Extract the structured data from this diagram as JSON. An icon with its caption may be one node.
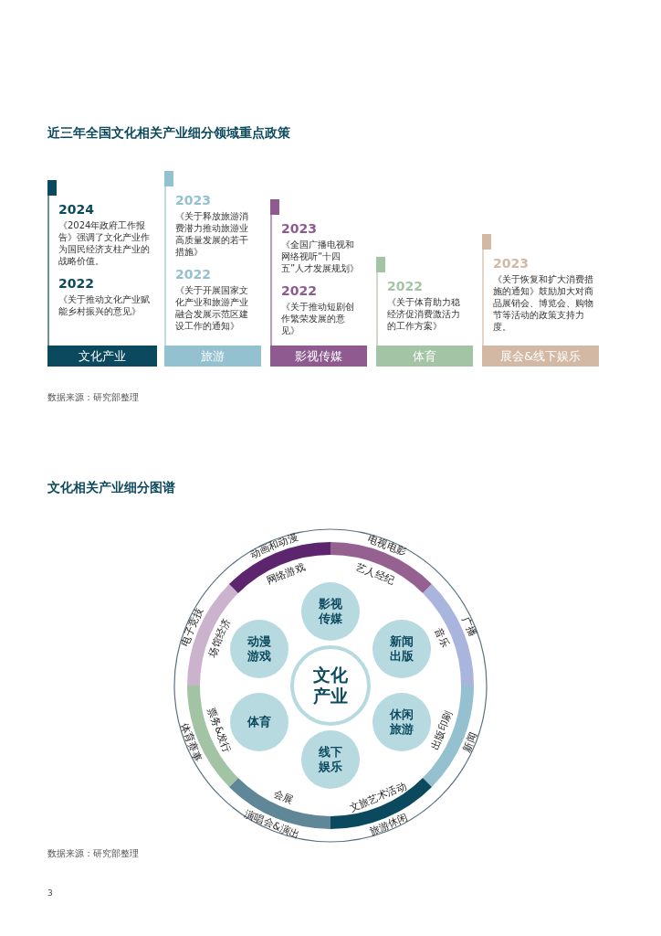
{
  "diagram": {
    "nodes": [
      {
        "text": [
          "2024",
          "《2024年政府工作报告》强调了文化产业作为国民经济支柱产业的战略价值。",
          "2022",
          "《关于推动文化产业赋能乡村振兴的意见》",
          "文化产业"
        ]
      },
      {
        "text": [
          "2023",
          "《关于释放旅游消费潜力推动旅游业高质量发展的若干措施》",
          "2022",
          "《关于开展国家文化产业和旅游产业融合发展示范区建设工作的通知》",
          "旅游"
        ]
      },
      {
        "text": [
          "2023",
          "《全国广播电视和网络视听“十四五”人才发展规划》",
          "2022",
          "《关于推动短剧创作繁荣发展的意见》",
          "影视传媒"
        ]
      },
      {
        "text": [
          "2022",
          "《关于体育助力稳经济促消费激活力的工作方案》",
          "体育"
        ]
      },
      {
        "text": [
          "2023",
          "《关于恢复和扩大消费措施的通知》鼓励加大对商品展销会、博览会、购物节等活动的政策支持力度。",
          "展会&线下娱乐"
        ]
      },
      {
        "text": [
          "文化产业"
        ]
      },
      {
        "text": [
          "影视传媒"
        ]
      },
      {
        "text": [
          "新闻出版"
        ]
      },
      {
        "text": [
          "休闲旅游"
        ]
      },
      {
        "text": [
          "线下娱乐"
        ]
      },
      {
        "text": [
          "体育"
        ]
      },
      {
        "text": [
          "动漫游戏"
        ]
      }
    ],
    "labels": [
      "近三年全国文化相关产业细分领域重点政策",
      "数据来源：研究部整理",
      "文化相关产业细分图谱",
      "动画和动漫",
      "电视电影",
      "网络游戏",
      "艺人经纪",
      "电子竞技",
      "场馆经济",
      "音乐",
      "广播",
      "体育赛事",
      "票务&发行",
      "出版印刷",
      "新闻",
      "会展",
      "文旅艺术活动",
      "演唱会&演出",
      "旅游休闲",
      "数据来源：研究部整理",
      "3"
    ]
  }
}
